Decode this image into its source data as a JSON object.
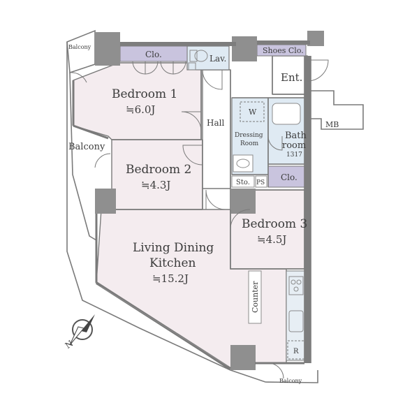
{
  "rooms": {
    "bedroom1": {
      "name": "Bedroom 1",
      "size": "≒6.0J"
    },
    "bedroom2": {
      "name": "Bedroom 2",
      "size": "≒4.3J"
    },
    "bedroom3": {
      "name": "Bedroom 3",
      "size": "≒4.5J"
    },
    "ldk": {
      "line1": "Living Dining",
      "line2": "Kitchen",
      "size": "≒15.2J"
    }
  },
  "labels": {
    "balcony_top": "Balcony",
    "balcony_left": "Balcony",
    "balcony_bottom": "Balcony",
    "closet_top": "Clo.",
    "lav": "Lav.",
    "shoes_closet": "Shoes Clo.",
    "entrance": "Ent.",
    "hall": "Hall",
    "washer": "W",
    "dressing_line1": "Dressing",
    "dressing_line2": "Room",
    "bath_line1": "Bath",
    "bath_line2": "room",
    "bath_size": "1317",
    "meter_box": "MB",
    "storage": "Sto.",
    "pipe_space": "PS",
    "closet_b3": "Clo.",
    "counter": "Counter",
    "refrigerator": "R"
  },
  "compass": {
    "letter": "N"
  }
}
